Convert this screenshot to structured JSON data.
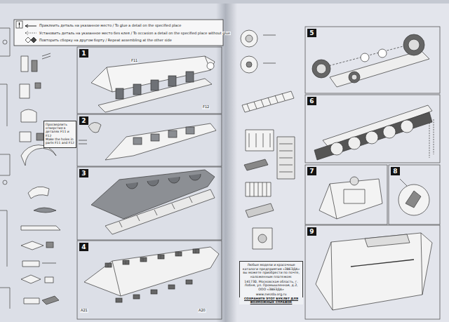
{
  "diagram": {
    "nodes": [
      {
        "text": [
          "1"
        ]
      },
      {
        "text": [
          "2"
        ]
      },
      {
        "text": [
          "Просверлить отверстия в деталях F11 и F12",
          "Make the holes in parts F11 and F12"
        ]
      },
      {
        "text": [
          "3"
        ]
      },
      {
        "text": [
          "4"
        ]
      },
      {
        "text": [
          "5"
        ]
      },
      {
        "text": [
          "6"
        ]
      },
      {
        "text": [
          "7"
        ]
      },
      {
        "text": [
          "8"
        ]
      },
      {
        "text": [
          "9"
        ]
      },
      {
        "text": [
          "Любые модели и красочные каталоги предприятия «ЗВЕЗДА» вы можете приобрести по почте, наложенным платежом:",
          "141730, Московская область, г. Лобня, ул. Промышленная, д.2, ООО «ЗВЕЗДА»",
          "www.zvezda.org.ru"
        ]
      }
    ],
    "labels": [
      "F11",
      "F12",
      "A21",
      "A20",
      "СОХРАНИТЕ ЭТОТ БУКЛЕТ ДЛЯ ВОЗМОЖНЫХ СПРАВОК"
    ],
    "legend": [
      {
        "text": "Приклеить деталь на указанное место / To glue a detail on the specified place"
      },
      {
        "text": "Установить деталь на указанное место без клея / To occasion a detail on the specified place without glue"
      },
      {
        "text": "Повторить сборку на другом борту / Repeat assembling at the other side"
      }
    ]
  }
}
